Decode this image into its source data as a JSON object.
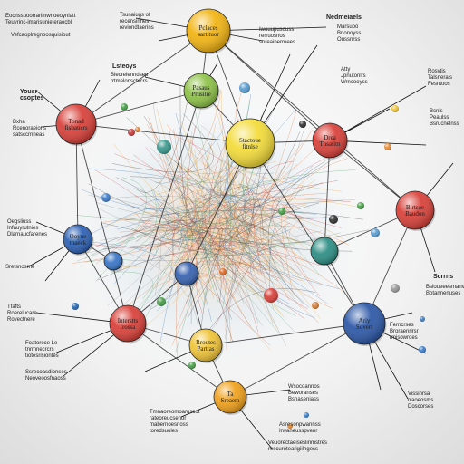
{
  "diagram": {
    "background": "#f2f2f2",
    "nodes": [
      {
        "id": "n-top",
        "label": "Pclaces\nsartituor",
        "color": "#f2b516"
      },
      {
        "id": "n-green",
        "label": "Pasaus\nPrusitie",
        "color": "#8fc24a"
      },
      {
        "id": "n-center",
        "label": "Stactoue\nfitnlse",
        "color": "#f3dc3c"
      },
      {
        "id": "n-left-red",
        "label": "Tonad\nfisbauers",
        "color": "#d9433c"
      },
      {
        "id": "n-right-red",
        "label": "Drea\nThsatitn",
        "color": "#d9433c"
      },
      {
        "id": "n-far-right",
        "label": "Birtsoe\nBaudon",
        "color": "#d9433c"
      },
      {
        "id": "n-left-blue",
        "label": "Ooyne\nmaeck",
        "color": "#2f63b5"
      },
      {
        "id": "n-mid-red",
        "label": "Interstts\nfrossa",
        "color": "#d9433c"
      },
      {
        "id": "n-right-blue",
        "label": "Ariy\nSovert",
        "color": "#2f5aa8"
      },
      {
        "id": "n-bottom-yellow",
        "label": "Rroutes\nParttas",
        "color": "#f0c53a"
      },
      {
        "id": "n-bottom-orange",
        "label": "Ta\nSreaem",
        "color": "#f0a21e"
      },
      {
        "id": "n-teal",
        "label": "",
        "color": "#2f8f85"
      },
      {
        "id": "n-blue-small",
        "label": "",
        "color": "#3c78c8"
      },
      {
        "id": "n-dark-blue",
        "label": "",
        "color": "#3a64b0"
      }
    ],
    "annotations": [
      {
        "id": "a1",
        "text": "Eocnssuoorrarimwrloeoyniatt\nTeuvrinc-imarisunieteraocbl",
        "bold": false
      },
      {
        "id": "a2",
        "text": "Vefcaoplregnoosquisiout",
        "bold": false
      },
      {
        "id": "a3",
        "text": "Tsunaiugs ol\nrecensinnes\nreviondtaerins",
        "bold": false
      },
      {
        "id": "a4",
        "text": "Lsteoys",
        "bold": true
      },
      {
        "id": "a5",
        "text": "Blecrelenndsep\nrrtmelonsctvcrs",
        "bold": false
      },
      {
        "id": "a6",
        "text": "Yousr\ncsoptes",
        "bold": true
      },
      {
        "id": "a7",
        "text": "Bxha\nRcenoraeions\nsatsccrnneas",
        "bold": false
      },
      {
        "id": "a8",
        "text": "Oegsliuss\nInfauyrutnies\nDlarnaucfarenes",
        "bold": false
      },
      {
        "id": "a9",
        "text": "Sretsnosrne",
        "bold": false
      },
      {
        "id": "a10",
        "text": "Tfafts\nRoerelucare\nRovectnere",
        "bold": false
      },
      {
        "id": "a11",
        "text": "Foatorece Le\ntnrmnecrcrs\ntiotesrisiontes",
        "bold": false
      },
      {
        "id": "a12",
        "text": "Ssrecoasdionses\nNeoveoosfnaoss",
        "bold": false
      },
      {
        "id": "a13",
        "text": "Tmnaoreomoaruscot\nrateoreucsenor\nmabernoesnoss\ntoredsuoles",
        "bold": false
      },
      {
        "id": "a14",
        "text": "Veuorectaeiseslinmstres\nrescurotearigiilngess",
        "bold": false
      },
      {
        "id": "a15",
        "text": "Nedmeiaels",
        "bold": true
      },
      {
        "id": "a16",
        "text": "Marsuoo\nBrionoyss\nOussnrss",
        "bold": false
      },
      {
        "id": "a17",
        "text": "Iwouupusouss\nrerruosnos\nsoreainerruees",
        "bold": false
      },
      {
        "id": "a18",
        "text": "Atty\nJpnutonlrs\nWrncooyss",
        "bold": false
      },
      {
        "id": "a19",
        "text": "Rosvtis\nTalsnerais\nFesntoos",
        "bold": false
      },
      {
        "id": "a20",
        "text": "Bcnis\nPeaulss\nBsrucnelnss",
        "bold": false
      },
      {
        "id": "a21",
        "text": "Scrrns",
        "bold": true
      },
      {
        "id": "a22",
        "text": "Bsloueeesmanv\nBotannenuses",
        "bold": false
      },
      {
        "id": "a23",
        "text": "Ferncrses\nBroraenrirsr\nrmisowroes",
        "bold": false
      },
      {
        "id": "a24",
        "text": "Vissinrsa\nrraoeosms\nDoscorses",
        "bold": false
      },
      {
        "id": "a25",
        "text": "Wsocoannos\nBeworanses\nBsnaseniass",
        "bold": false
      },
      {
        "id": "a26",
        "text": "Asresonpwannss\nIrwaneusspvenr",
        "bold": false
      }
    ]
  }
}
